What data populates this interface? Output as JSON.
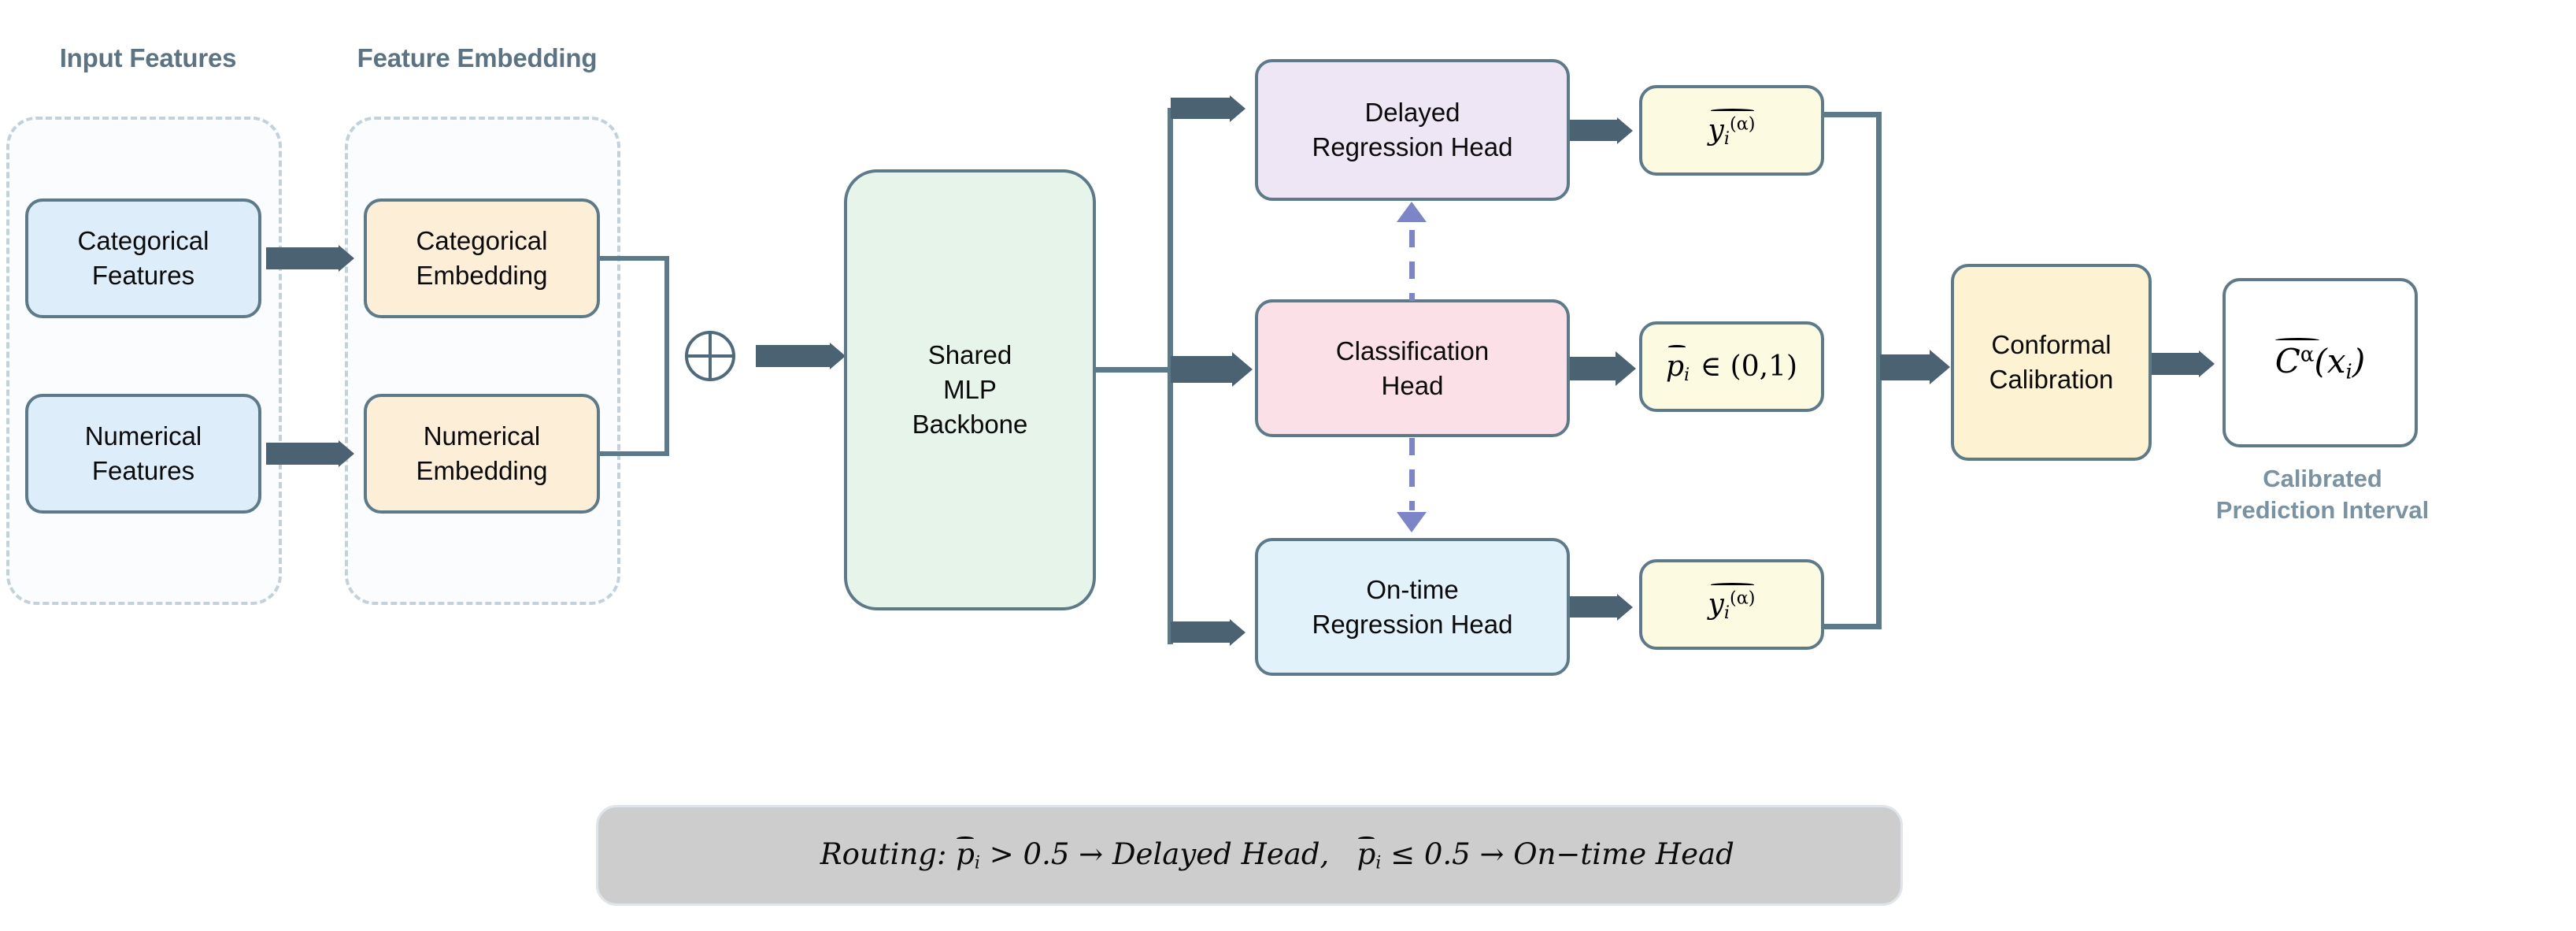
{
  "sections": {
    "input_features_title": "Input Features",
    "feature_embedding_title": "Feature Embedding"
  },
  "nodes": {
    "categorical_features": "Categorical\nFeatures",
    "numerical_features": "Numerical\nFeatures",
    "categorical_embedding": "Categorical\nEmbedding",
    "numerical_embedding": "Numerical\nEmbedding",
    "backbone": "Shared\nMLP\nBackbone",
    "delayed_head": "Delayed\nRegression Head",
    "classification_head": "Classification\nHead",
    "ontime_head": "On-time\nRegression Head",
    "conformal_calibration": "Conformal\nCalibration"
  },
  "outputs": {
    "delayed_pred_base": "y",
    "delayed_pred_sub": "i",
    "delayed_pred_sup": "(α)",
    "prob_expr": "p",
    "prob_sub": "i",
    "prob_rest": " ∈ (0,1)",
    "ontime_pred_base": "y",
    "ontime_pred_sub": "i",
    "ontime_pred_sup": "(α)",
    "final_base": "C",
    "final_sup": "α",
    "final_rest": "(x",
    "final_sub": "i",
    "final_close": ")"
  },
  "labels": {
    "calibrated_interval": "Calibrated\nPrediction Interval",
    "oplus_symbol": "⊕"
  },
  "routing": {
    "prefix": "Routing:",
    "cond1_var": "p",
    "cond1_sub": "i",
    "cond1_rest": " > 0.5 → Delayed Head,",
    "cond2_var": "p",
    "cond2_sub": "i",
    "cond2_rest": " ≤ 0.5 → On−time Head",
    "full_text": "Routing: p̂i > 0.5 → Delayed Head,   p̂i ≤ 0.5 → On−time Head"
  },
  "colors": {
    "border": "#5c7a8a",
    "arrow": "#4a6272",
    "dashed_group": "#c3d2da",
    "heading": "#5b7383",
    "caption": "#7a93a3",
    "input_fill": "#ddedf9",
    "embedding_fill": "#fdeed8",
    "backbone_fill": "#e7f4e9",
    "delayed_fill": "#eee6f4",
    "classification_fill": "#fbe0e7",
    "ontime_fill": "#e2f2fb",
    "output_fill": "#fdfae2",
    "calibration_fill": "#fdf3d2",
    "final_fill": "#ffffff",
    "routing_fill": "#cdcdcd",
    "dashed_arrow": "#7b85c7"
  }
}
